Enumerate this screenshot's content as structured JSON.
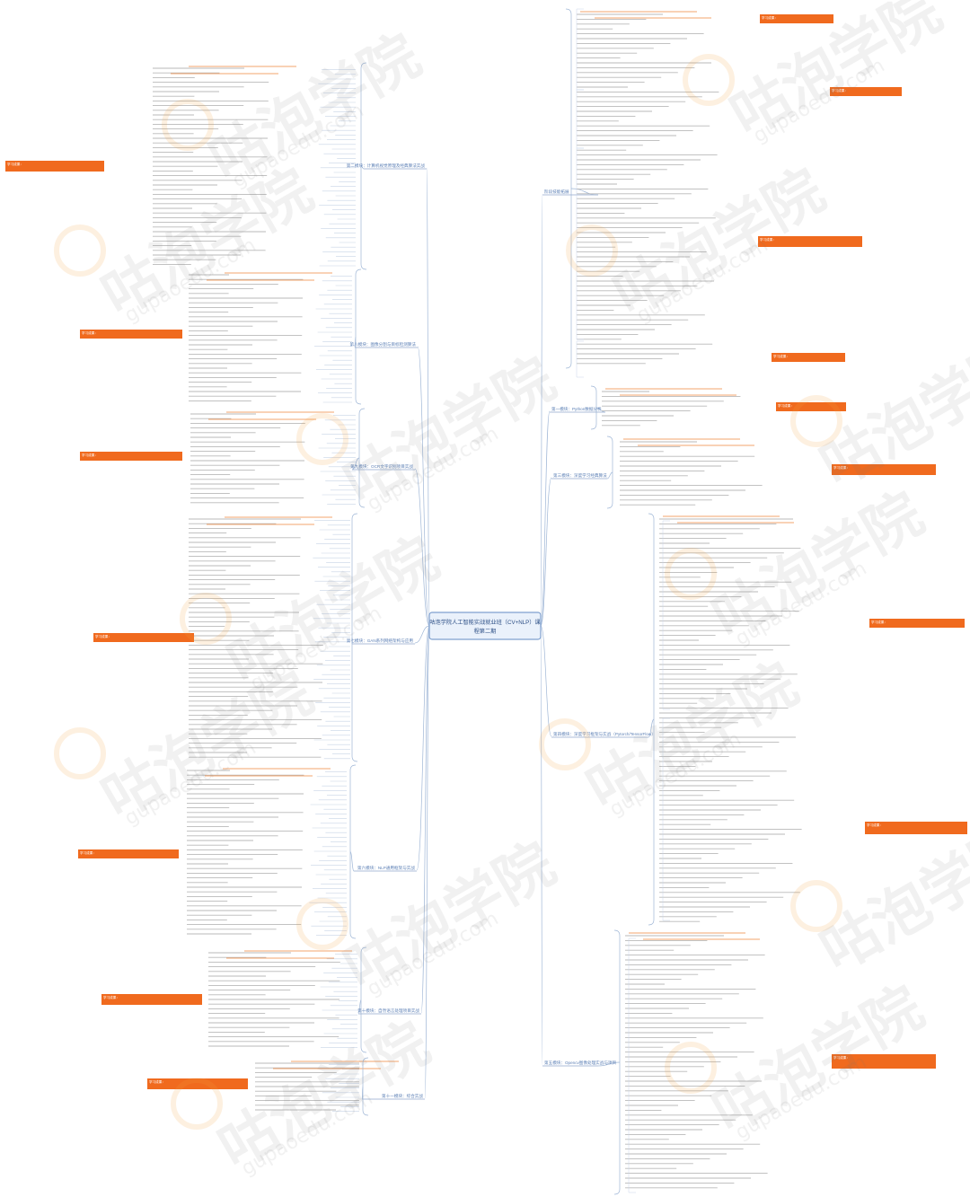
{
  "root": {
    "title_line1": "咕泡学院人工智能实战就业班（CV+NLP）课",
    "title_line2": "程第二期"
  },
  "watermark": {
    "brand": "咕泡学院",
    "url": "gupaoedu.com"
  },
  "branches_left": [
    {
      "label": "第二模块：计算机视觉原理及经典算法实战"
    },
    {
      "label": "第八模块：图像分割与目标检测算法"
    },
    {
      "label": "第九模块：OCR文字识别项目实战"
    },
    {
      "label": "第七模块：GAN系列网络架构与应用"
    },
    {
      "label": "第六模块：NLP通用框架与实战"
    },
    {
      "label": "第十模块：自然语言处理项目实战"
    },
    {
      "label": "第十一模块：综合实战"
    }
  ],
  "branches_right": [
    {
      "label": "阶段技能拓展"
    },
    {
      "label": "第一模块：Python数据分析"
    },
    {
      "label": "第三模块：深度学习经典算法"
    },
    {
      "label": "第四模块：深度学习框架与实战（Pytorch/TensorFlow）"
    },
    {
      "label": "第五模块：Opencv图像处理实战与项目"
    }
  ],
  "notes": {
    "left": [
      "学习成果：",
      "学习成果：",
      "学习成果：",
      "学习成果：",
      "学习成果：",
      "学习成果：",
      "学习成果："
    ],
    "right": [
      "学习成果：",
      "学习成果：",
      "学习成果：",
      "学习成果：",
      "学习成果：",
      "学习成果：",
      "学习成果：",
      "学习成果：",
      "学习成果："
    ]
  },
  "colors": {
    "line": "#9fb6d6",
    "branch": "#5b7fb5",
    "accent": "#f06a1e",
    "orange_text": "#f07a2c",
    "root_bg": "#eaf1fb",
    "root_border": "#7fa0cf",
    "root_text": "#2d4f86"
  }
}
